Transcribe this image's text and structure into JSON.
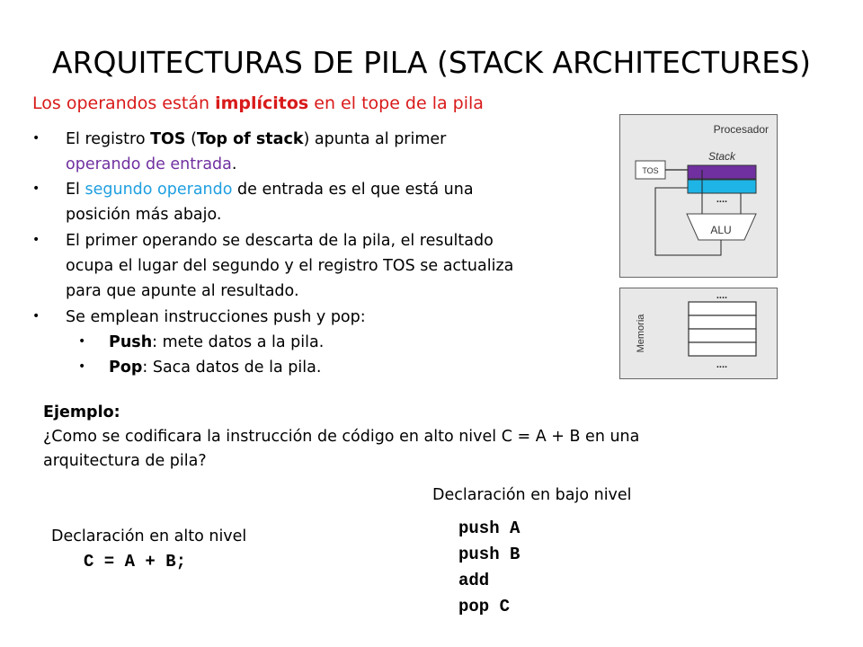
{
  "slide": {
    "title": "ARQUITECTURAS DE PILA (STACK ARCHITECTURES)",
    "subtitle": {
      "before": "Los operandos están ",
      "bold": "implícitos",
      "after": " en el tope de la pila"
    },
    "bullets": [
      {
        "b1a": "El registro ",
        "b1b": "TOS",
        "b1c": " (",
        "b1d": "Top of stack",
        "b1e": ") apunta al primer",
        "b1f": "operando de entrada",
        "b1g": "."
      },
      {
        "b2a": "El ",
        "b2b": "segundo operando",
        "b2c": " de entrada es el que está una",
        "b2d": "posición más abajo."
      },
      {
        "b3a": "El primer operando se descarta de la pila, el resultado",
        "b3b": "ocupa el lugar del segundo y el registro TOS se actualiza",
        "b3c": "para que apunte al resultado."
      },
      {
        "b4": "Se emplean instrucciones push y pop:"
      }
    ],
    "sub_bullets": [
      {
        "bold": "Push",
        "text": ": mete datos a la pila."
      },
      {
        "bold": "Pop",
        "text": ": Saca datos de la pila."
      }
    ],
    "example": {
      "heading": "Ejemplo:",
      "line1": "¿Como se codificara la instrucción de código en alto nivel C = A + B en una",
      "line2": "arquitectura de pila?"
    },
    "high_level": {
      "label": "Declaración en alto nivel",
      "code": "C = A + B;"
    },
    "low_level": {
      "label": "Declaración en bajo nivel",
      "code": [
        "push A",
        "push B",
        "add",
        "pop C"
      ]
    }
  },
  "diagram": {
    "processor_label": "Procesador",
    "stack_label": "Stack",
    "tos_label": "TOS",
    "alu_label": "ALU",
    "dots": "....",
    "memory_label": "Memoria",
    "colors": {
      "panel": "#e8e8e8",
      "stack_top": "#7030a0",
      "stack_second": "#1fb4e6"
    }
  }
}
